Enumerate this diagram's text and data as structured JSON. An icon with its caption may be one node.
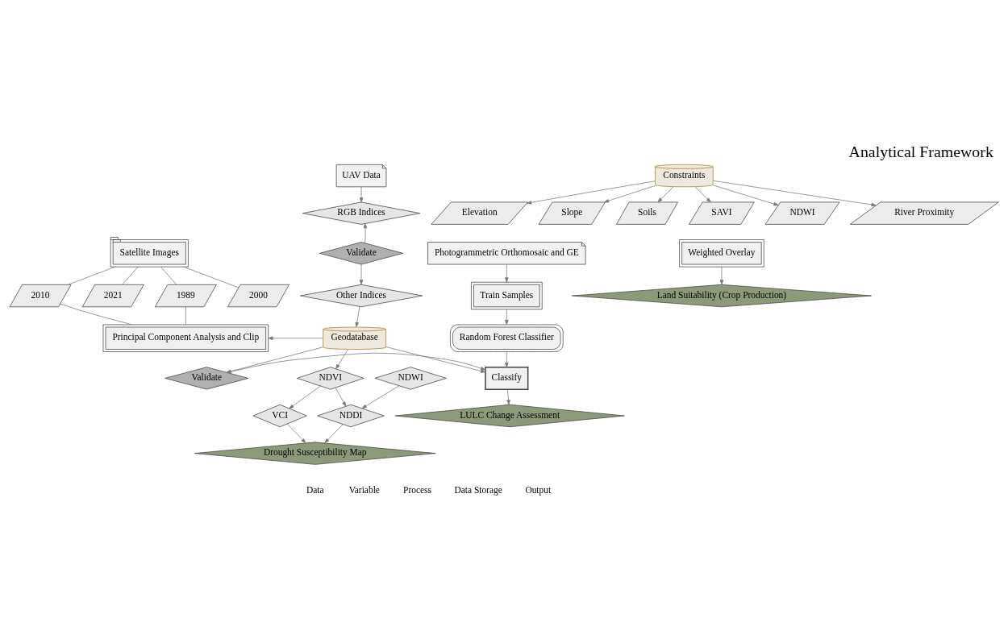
{
  "diagram": {
    "title": "Analytical Framework",
    "nodes": [
      {
        "text": [
          "Satellite Images"
        ]
      },
      {
        "text": [
          "1989"
        ]
      },
      {
        "text": [
          "2000"
        ]
      },
      {
        "text": [
          "2010"
        ]
      },
      {
        "text": [
          "2021"
        ]
      },
      {
        "text": [
          "Principal Component Analysis and Clip"
        ]
      },
      {
        "text": [
          "UAV Data"
        ]
      },
      {
        "text": [
          "RGB Indices"
        ]
      },
      {
        "text": [
          "Validate"
        ]
      },
      {
        "text": [
          "Other Indices"
        ]
      },
      {
        "text": [
          "Geodatabase"
        ]
      },
      {
        "text": [
          "Photogrammetric Orthomosaic and GE"
        ]
      },
      {
        "text": [
          "Train Samples"
        ]
      },
      {
        "text": [
          "Random Forest Classifier"
        ]
      },
      {
        "text": [
          "Classify"
        ]
      },
      {
        "text": [
          "Validate"
        ]
      },
      {
        "text": [
          "NDVI"
        ]
      },
      {
        "text": [
          "NDWI"
        ]
      },
      {
        "text": [
          "VCI"
        ]
      },
      {
        "text": [
          "NDDI"
        ]
      },
      {
        "text": [
          "Drought Susceptibility Map"
        ]
      },
      {
        "text": [
          "Constraints"
        ]
      },
      {
        "text": [
          "Elevation"
        ]
      },
      {
        "text": [
          "Slope"
        ]
      },
      {
        "text": [
          "Soils"
        ]
      },
      {
        "text": [
          "SAVI"
        ]
      },
      {
        "text": [
          "NDWI"
        ]
      },
      {
        "text": [
          "River Proximity"
        ]
      },
      {
        "text": [
          "Weighted Overlay"
        ]
      },
      {
        "text": [
          "LULC Change Assessment"
        ]
      },
      {
        "text": [
          "Land Suitability (Crop Production)"
        ]
      }
    ],
    "edges": [
      {
        "from": 0,
        "to": 1,
        "arrow": "none"
      },
      {
        "from": 0,
        "to": 2,
        "arrow": "none"
      },
      {
        "from": 0,
        "to": 3,
        "arrow": "none"
      },
      {
        "from": 0,
        "to": 4,
        "arrow": "none"
      },
      {
        "from": 1,
        "to": 5,
        "arrow": "none"
      },
      {
        "from": 3,
        "to": 5,
        "arrow": "none"
      },
      {
        "from": 10,
        "to": 5,
        "arrow": "to"
      },
      {
        "from": 6,
        "to": 7,
        "arrow": "to"
      },
      {
        "from": 8,
        "to": 7,
        "arrow": "to"
      },
      {
        "from": 8,
        "to": 9,
        "arrow": "to"
      },
      {
        "from": 9,
        "to": 10,
        "arrow": "to"
      },
      {
        "from": 10,
        "to": 14,
        "arrow": "to"
      },
      {
        "from": 10,
        "to": 15,
        "arrow": "to"
      },
      {
        "from": 15,
        "to": 14,
        "arrow": "to"
      },
      {
        "from": 11,
        "to": 12,
        "arrow": "to"
      },
      {
        "from": 12,
        "to": 13,
        "arrow": "to"
      },
      {
        "from": 13,
        "to": 14,
        "arrow": "to"
      },
      {
        "from": 14,
        "to": 29,
        "arrow": "to"
      },
      {
        "from": 10,
        "to": 16,
        "arrow": "to"
      },
      {
        "from": 16,
        "to": 18,
        "arrow": "to"
      },
      {
        "from": 16,
        "to": 19,
        "arrow": "to"
      },
      {
        "from": 17,
        "to": 19,
        "arrow": "to"
      },
      {
        "from": 18,
        "to": 20,
        "arrow": "to"
      },
      {
        "from": 19,
        "to": 20,
        "arrow": "to"
      },
      {
        "from": 21,
        "to": 22,
        "arrow": "to"
      },
      {
        "from": 21,
        "to": 23,
        "arrow": "to"
      },
      {
        "from": 21,
        "to": 24,
        "arrow": "to"
      },
      {
        "from": 21,
        "to": 25,
        "arrow": "to"
      },
      {
        "from": 21,
        "to": 26,
        "arrow": "to"
      },
      {
        "from": 21,
        "to": 27,
        "arrow": "to"
      },
      {
        "from": 28,
        "to": 30,
        "arrow": "to"
      }
    ],
    "legend": [
      {
        "text": "Data"
      },
      {
        "text": "Variable"
      },
      {
        "text": "Process"
      },
      {
        "text": "Data Storage"
      },
      {
        "text": "Output"
      }
    ]
  }
}
